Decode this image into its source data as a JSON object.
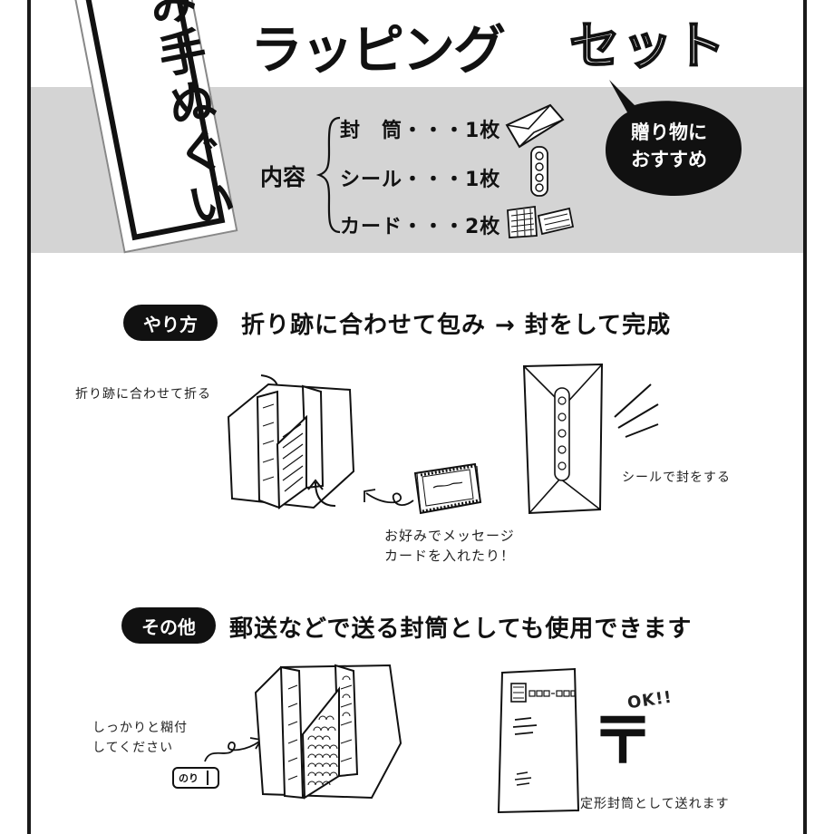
{
  "title": {
    "main": "ラッピング",
    "sub": "セット"
  },
  "tag": {
    "text": "み手ぬぐい"
  },
  "contents": {
    "label": "内容",
    "items": [
      {
        "text": "封　筒・・・1枚"
      },
      {
        "text": "シール・・・1枚"
      },
      {
        "text": "カード・・・2枚"
      }
    ]
  },
  "bubble": {
    "line1": "贈り物に",
    "line2": "おすすめ"
  },
  "section1": {
    "badge": "やり方",
    "heading": "折り跡に合わせて包み → 封をして完成",
    "note_fold": "折り跡に合わせて折る",
    "note_seal": "シールで封をする",
    "note_card_line1": "お好みでメッセージ",
    "note_card_line2": "カードを入れたり！"
  },
  "section2": {
    "badge": "その他",
    "heading": "郵送などで送る封筒としても使用できます",
    "note_glue_line1": "しっかりと糊付",
    "note_glue_line2": "してください",
    "glue_label": "のり",
    "ok_text": "OK!!",
    "postal_mark": "〒",
    "note_envelope": "定形封筒として送れます"
  },
  "colors": {
    "ink": "#111111",
    "band": "#d4d4d4",
    "paper": "#ffffff"
  }
}
